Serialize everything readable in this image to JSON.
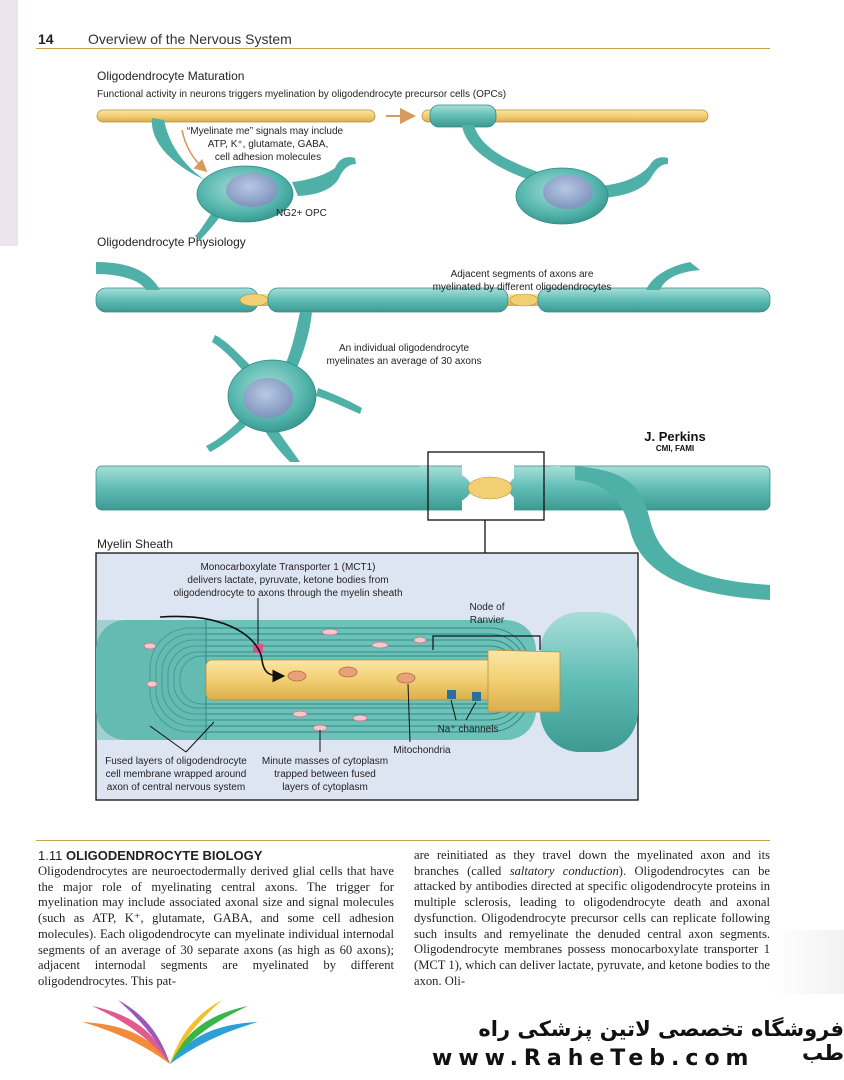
{
  "header": {
    "page_number": "14",
    "running_head": "Overview of the Nervous System"
  },
  "figure": {
    "maturation": {
      "title": "Oligodendrocyte Maturation",
      "subtitle": "Functional activity in neurons triggers myelination by oligodendrocyte precursor cells (OPCs)",
      "signals": [
        "“Myelinate me” signals may include",
        "ATP, K⁺, glutamate, GABA,",
        "cell adhesion molecules"
      ],
      "opc_label": "NG2+ OPC"
    },
    "physiology": {
      "title": "Oligodendrocyte Physiology",
      "adjacent": [
        "Adjacent segments of axons are",
        "myelinated by different oligodendrocytes"
      ],
      "individual": [
        "An individual oligodendrocyte",
        "myelinates an average of 30 axons"
      ]
    },
    "signature": {
      "name": "J. Perkins",
      "credentials": "CMI, FAMI"
    },
    "myelin": {
      "title": "Myelin Sheath",
      "mct1": [
        "Monocarboxylate Transporter 1 (MCT1)",
        "delivers lactate, pyruvate, ketone bodies from",
        "oligodendrocyte to axons through the myelin sheath"
      ],
      "node": [
        "Node of",
        "Ranvier"
      ],
      "na_channels": "Na⁺ channels",
      "mitochondria": "Mitochondria",
      "fused_layers": [
        "Fused layers of oligodendrocyte",
        "cell membrane wrapped around",
        "axon of central nervous system"
      ],
      "cytoplasm": [
        "Minute masses of cytoplasm",
        "trapped between fused",
        "layers of cytoplasm"
      ]
    }
  },
  "section": {
    "number": "1.11",
    "title": "OLIGODENDROCYTE BIOLOGY",
    "col1_paragraph": "Oligodendrocytes are neuroectodermally derived glial cells that have the major role of myelinating central axons. The trigger for myelination may include associated axonal size and signal molecules (such as ATP, K⁺, glutamate, GABA, and some cell adhesion molecules). Each oligodendrocyte can myelinate individual internodal segments of an average of 30 separate axons (as high as 60 axons); adjacent internodal segments are myelinated by different oligodendrocytes. This pat-",
    "col2_before_italic": "are reinitiated as they travel down the myelinated axon and its branches (called ",
    "col2_italic": "saltatory conduction",
    "col2_after_italic": "). Oligodendrocytes can be attacked by antibodies directed at specific oligodendrocyte proteins in multiple sclerosis, leading to oligodendrocyte death and axonal dysfunction. Oligodendrocyte precursor cells can replicate following such insults and remyelinate the denuded central axon segments. Oligodendrocyte membranes possess monocarboxylate transporter 1 (MCT 1), which can deliver lactate, pyruvate, and ketone bodies to the axon. Oli-"
  },
  "watermark": {
    "shop_name": "فروشگاه تخصصی لاتین پزشکی  راه طب",
    "url": "www.RaheTeb.com"
  }
}
